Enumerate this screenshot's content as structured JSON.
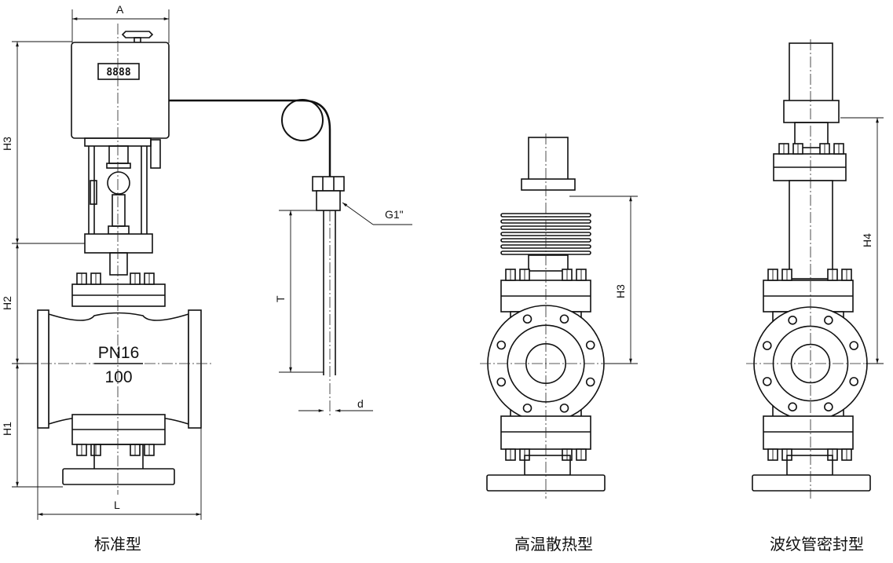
{
  "standard": {
    "dims": {
      "A": "A",
      "H3": "H3",
      "H2": "H2",
      "H1": "H1",
      "L": "L"
    },
    "display": "8888",
    "body_marking": {
      "pressure": "PN16",
      "size": "100"
    },
    "caption": "标准型"
  },
  "sensor": {
    "T": "T",
    "thread": "G1\"",
    "d": "d"
  },
  "high_temp": {
    "dims": {
      "H3": "H3"
    },
    "caption": "高温散热型"
  },
  "bellows": {
    "dims": {
      "H4": "H4"
    },
    "caption": "波纹管密封型"
  }
}
